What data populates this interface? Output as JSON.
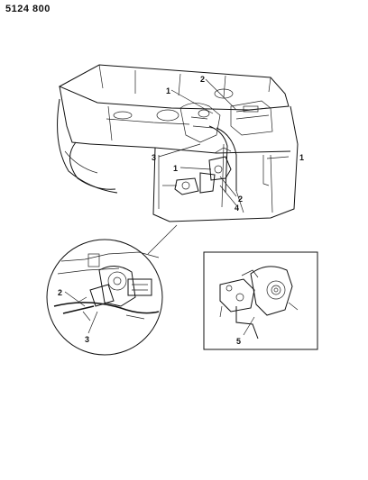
{
  "diagram": {
    "part_number": "5124 800",
    "callouts": {
      "main_1a": "1",
      "main_2a": "2",
      "main_1b": "1",
      "main_3": "3",
      "main_1c": "1",
      "main_2b": "2",
      "main_4": "4",
      "detail_left_2": "2",
      "detail_left_3": "3",
      "detail_right_5": "5"
    }
  }
}
